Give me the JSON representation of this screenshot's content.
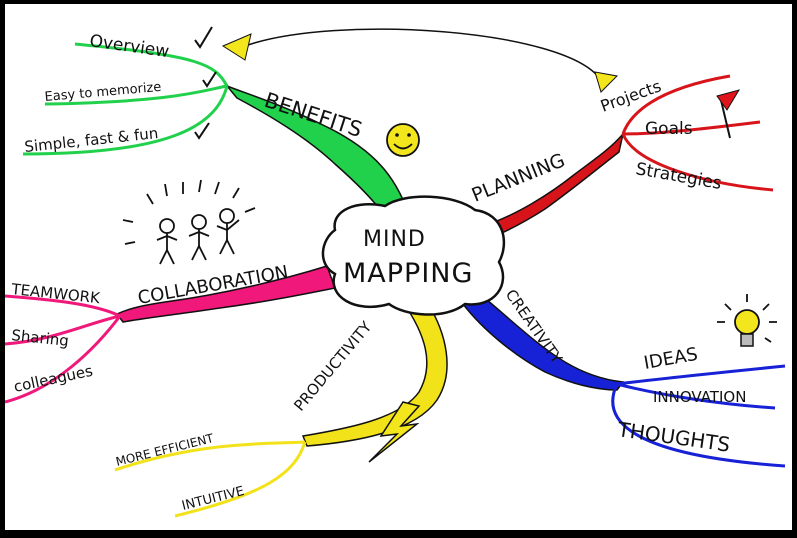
{
  "center": {
    "line1": "MIND",
    "line2": "MAPPING"
  },
  "branches": {
    "benefits": {
      "label": "BENEFITS",
      "color": "#22d14b",
      "items": [
        "Overview",
        "Easy to memorize",
        "Simple, fast & fun"
      ]
    },
    "planning": {
      "label": "PLANNING",
      "color": "#d8141b",
      "items": [
        "Projects",
        "Goals",
        "Strategies"
      ]
    },
    "collaboration": {
      "label": "COLLABORATION",
      "color": "#f0187a",
      "items": [
        "TEAMWORK",
        "Sharing",
        "colleagues"
      ]
    },
    "creativity": {
      "label": "CREATIVITY",
      "color": "#1721d6",
      "items": [
        "IDEAS",
        "INNOVATION",
        "THOUGHTS"
      ]
    },
    "productivity": {
      "label": "PRODUCTIVITY",
      "color": "#f2e21a",
      "items": [
        "MORE EFFICIENT",
        "INTUITIVE"
      ]
    }
  },
  "icons": [
    "smiley-icon",
    "flag-icon",
    "people-icon",
    "lightbulb-icon",
    "lightning-icon",
    "checkmark-icon",
    "arrow-icon"
  ],
  "accent_colors": {
    "arrow": "#f4e61c",
    "smiley": "#f4e61c",
    "flag": "#e0141b",
    "bulb": "#f4e61c"
  }
}
